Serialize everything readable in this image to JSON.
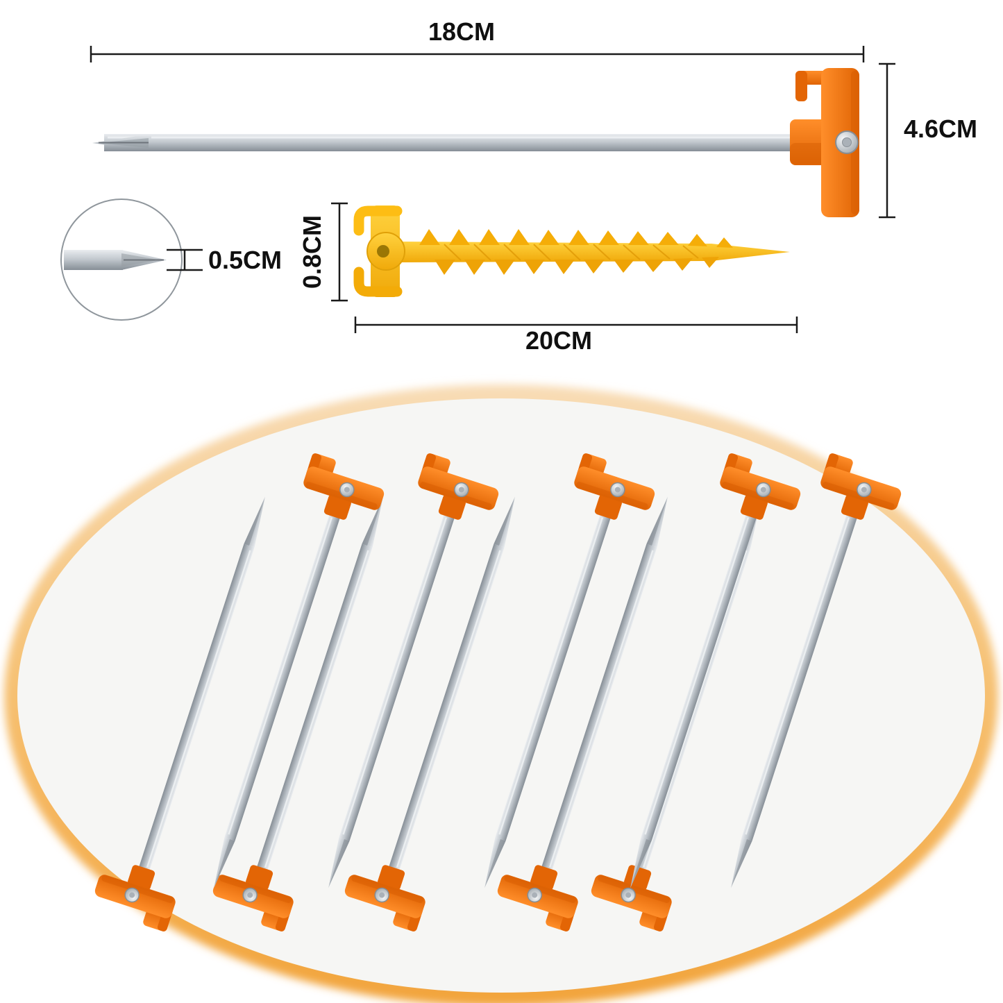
{
  "dimensions": {
    "metal_stake_length": "18CM",
    "metal_stake_head_height": "4.6CM",
    "metal_stake_tip_diameter": "0.5CM",
    "screw_stake_head_width": "0.8CM",
    "screw_stake_length": "20CM"
  },
  "colors": {
    "stake_head_orange": "#f0740c",
    "screw_stake_yellow": "#ffc01e",
    "steel_gray": "#aeb4ba",
    "dimension_line": "#1a1a1a",
    "platform_rim_top": "#f8dcb6",
    "platform_rim_bottom": "#f2a43c",
    "platform_fill": "#f6f6f4"
  },
  "counts": {
    "pegs_in_tray": 10
  }
}
